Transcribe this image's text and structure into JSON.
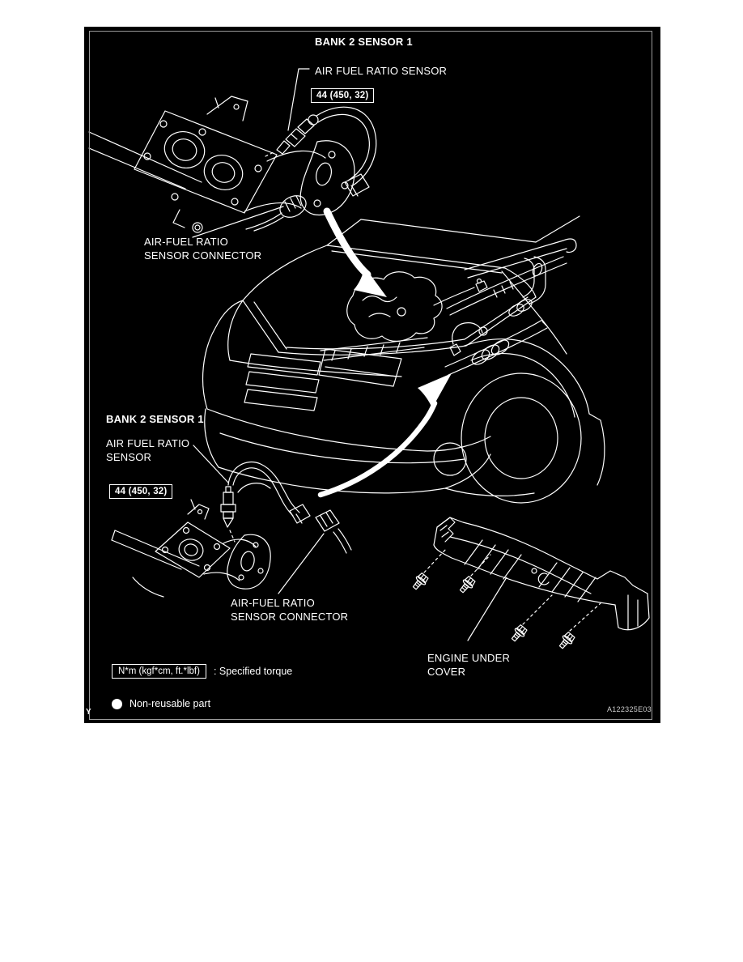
{
  "panel": {
    "background": "#000000",
    "border_color": "#9a9a9a",
    "line_color": "#ffffff",
    "corner_mark": "Y",
    "figure_code": "A122325E03"
  },
  "top_view": {
    "title": "BANK 2 SENSOR 1",
    "sensor_label": "AIR FUEL RATIO SENSOR",
    "torque_value": "44 (450, 32)",
    "connector_label": "AIR-FUEL RATIO\nSENSOR CONNECTOR"
  },
  "bottom_view": {
    "title": "BANK 2 SENSOR 1",
    "sensor_label": "AIR FUEL RATIO\nSENSOR",
    "torque_value": "44 (450, 32)",
    "connector_label": "AIR-FUEL RATIO\nSENSOR CONNECTOR"
  },
  "under_cover": {
    "label": "ENGINE UNDER\nCOVER"
  },
  "legend": {
    "torque_unit_box": "N*m (kgf*cm, ft.*lbf)",
    "torque_caption": ": Specified torque",
    "non_reusable_label": "Non-reusable part"
  }
}
